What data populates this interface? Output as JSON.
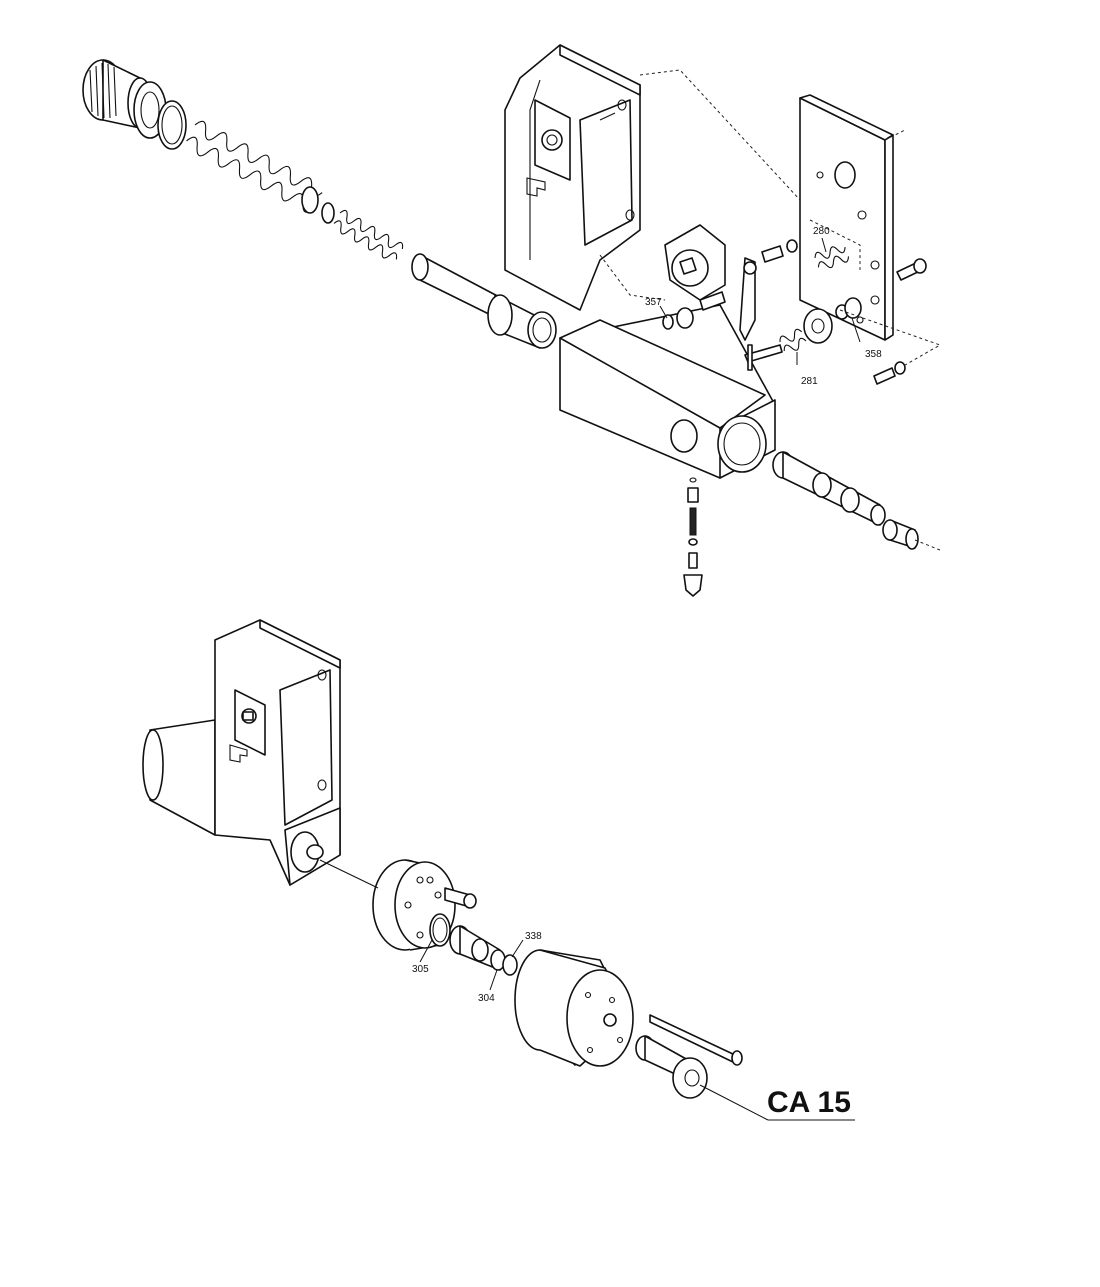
{
  "part_labels": {
    "p280": "280",
    "p281": "281",
    "p357": "357",
    "p358": "358",
    "p305": "305",
    "p304": "304",
    "p338": "338"
  },
  "drawing_code": "CA 15"
}
